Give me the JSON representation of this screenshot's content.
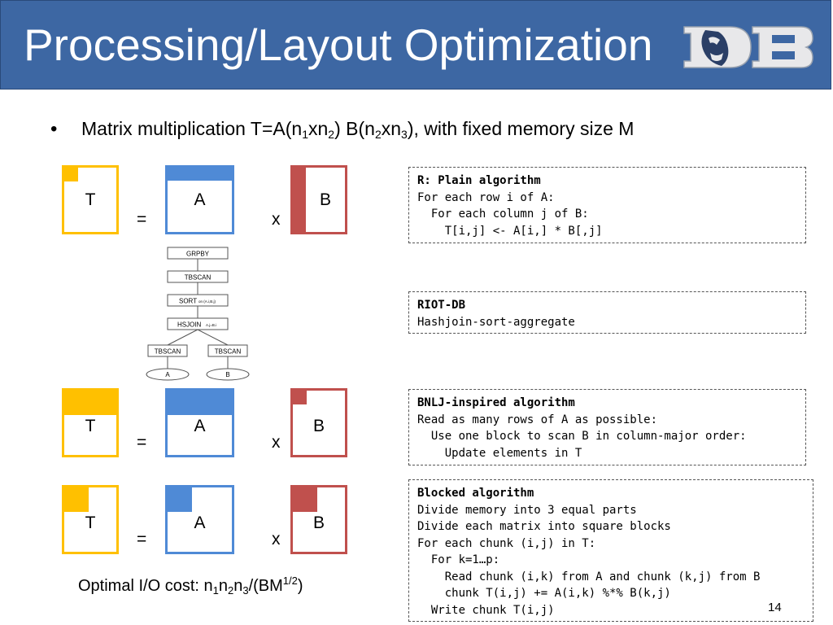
{
  "title": "Processing/Layout Optimization",
  "bullet": {
    "symbol": "•",
    "p1": "Matrix multiplication T=A(n",
    "s1": "1",
    "p2": "xn",
    "s2": "2",
    "p3": ") B(n",
    "s3": "2",
    "p4": "xn",
    "s4": "3",
    "p5": "), with fixed memory size M"
  },
  "matrices": {
    "T": "T",
    "A": "A",
    "B": "B",
    "eq": "=",
    "times": "x"
  },
  "plan": {
    "grpby": "GRPBY",
    "tbscan": "TBSCAN",
    "sort": "SORT",
    "sort_note": "on (A.i,B.j)",
    "hsjoin": "HSJOIN",
    "hsjoin_note": "A.j=B.i",
    "tbscan_a": "TBSCAN",
    "tbscan_b": "TBSCAN",
    "table_a": "A",
    "table_b": "B"
  },
  "boxes": {
    "plain": {
      "header": "R: Plain algorithm",
      "lines": [
        "For each row i of A:",
        "  For each column j of B:",
        "    T[i,j] <- A[i,] * B[,j]"
      ]
    },
    "riot": {
      "header": "RIOT-DB",
      "lines": [
        "Hashjoin-sort-aggregate"
      ]
    },
    "bnlj": {
      "header": "BNLJ-inspired algorithm",
      "lines": [
        "Read as many rows of A as possible:",
        "  Use one block to scan B in column-major order:",
        "    Update elements in T"
      ]
    },
    "blocked": {
      "header": "Blocked algorithm",
      "lines": [
        "Divide memory into 3 equal parts",
        "Divide each matrix into square blocks",
        "For each chunk (i,j) in T:",
        "  For k=1…p:",
        "    Read chunk (i,k) from A and chunk (k,j) from B",
        "    chunk T(i,j) += A(i,k) %*% B(k,j)",
        "  Write chunk T(i,j)"
      ]
    }
  },
  "cost": {
    "prefix": "Optimal I/O cost: n",
    "s1": "1",
    "m1": "n",
    "s2": "2",
    "m2": "n",
    "s3": "3",
    "m3": "/(BM",
    "sup": "1/2",
    "suffix": ")"
  },
  "page_number": "14",
  "colors": {
    "title_bg": "#3d67a3",
    "T": "#ffc000",
    "A": "#4f8ad6",
    "B": "#c0504d"
  }
}
